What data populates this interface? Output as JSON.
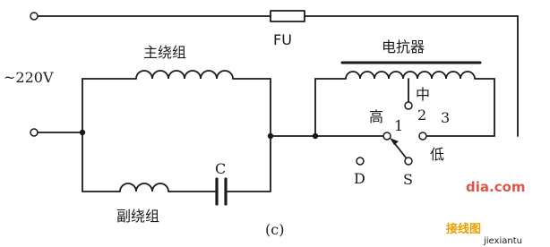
{
  "labels": {
    "fuse": "FU",
    "supply": "~220V",
    "main_winding": "主绕组",
    "aux_winding": "副绕组",
    "capacitor": "C",
    "reactor": "电抗器",
    "speed_high": "高",
    "speed_mid": "中",
    "speed_low": "低",
    "tap_1": "1",
    "tap_2": "2",
    "tap_3": "3",
    "off": "D",
    "switch": "S",
    "caption": "(c)"
  },
  "watermark": {
    "text_cn": "接线图",
    "text_domain": "dia.com",
    "text_small": "jiexiantu",
    "color_main": "#e8a000",
    "color_accent": "#d23a2a"
  }
}
